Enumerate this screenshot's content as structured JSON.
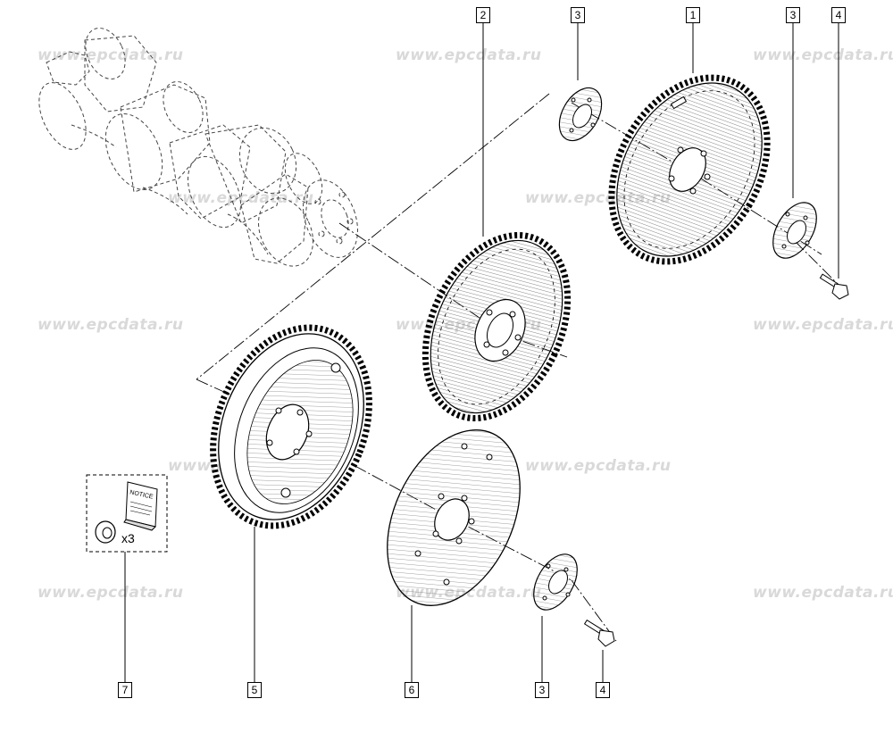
{
  "watermark": {
    "text": "www.epcdata.ru",
    "color": "#d9d9d9"
  },
  "callouts": {
    "c2": "2",
    "c3_top": "3",
    "c1": "1",
    "c3_right": "3",
    "c4_top": "4",
    "c7": "7",
    "c5": "5",
    "c6": "6",
    "c3_bottom": "3",
    "c4_bottom": "4"
  },
  "kit": {
    "booklet_label": "NOTICE",
    "quantity": "x3"
  },
  "colors": {
    "line": "#000000",
    "hatch": "#555555",
    "engine": "#444444"
  }
}
